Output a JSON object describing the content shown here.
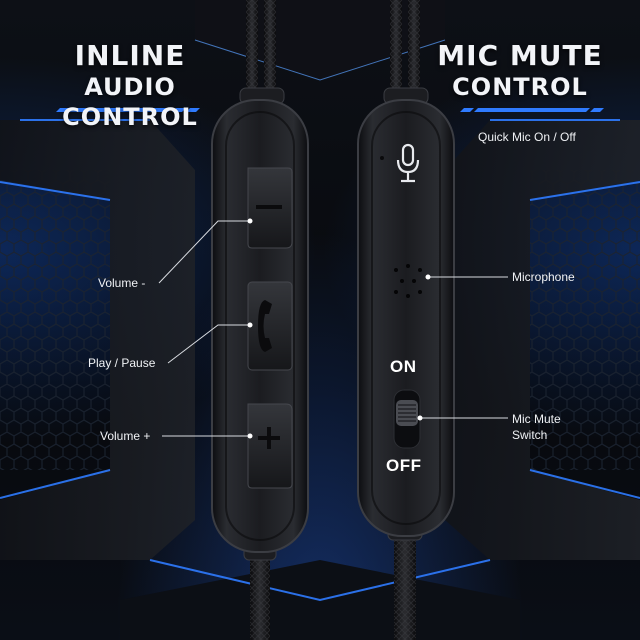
{
  "left_title": {
    "line1": "INLINE",
    "line2": "AUDIO CONTROL"
  },
  "right_title": {
    "line1": "MIC MUTE",
    "line2": "CONTROL"
  },
  "right_subtitle": "Quick Mic On / Off",
  "left_labels": {
    "volume_down": "Volume -",
    "play_pause": "Play / Pause",
    "volume_up": "Volume +"
  },
  "right_labels": {
    "microphone": "Microphone",
    "mic_mute_line1": "Mic Mute",
    "mic_mute_line2": "Switch"
  },
  "switch_states": {
    "on": "ON",
    "off": "OFF"
  },
  "icons": {
    "left_buttons": [
      "minus-icon",
      "phone-icon",
      "plus-icon"
    ],
    "right_top": "microphone-icon"
  },
  "colors": {
    "accent_blue": "#2f7bff",
    "remote_body": "#1a1b1f",
    "label_text": "#f0f2f5"
  }
}
